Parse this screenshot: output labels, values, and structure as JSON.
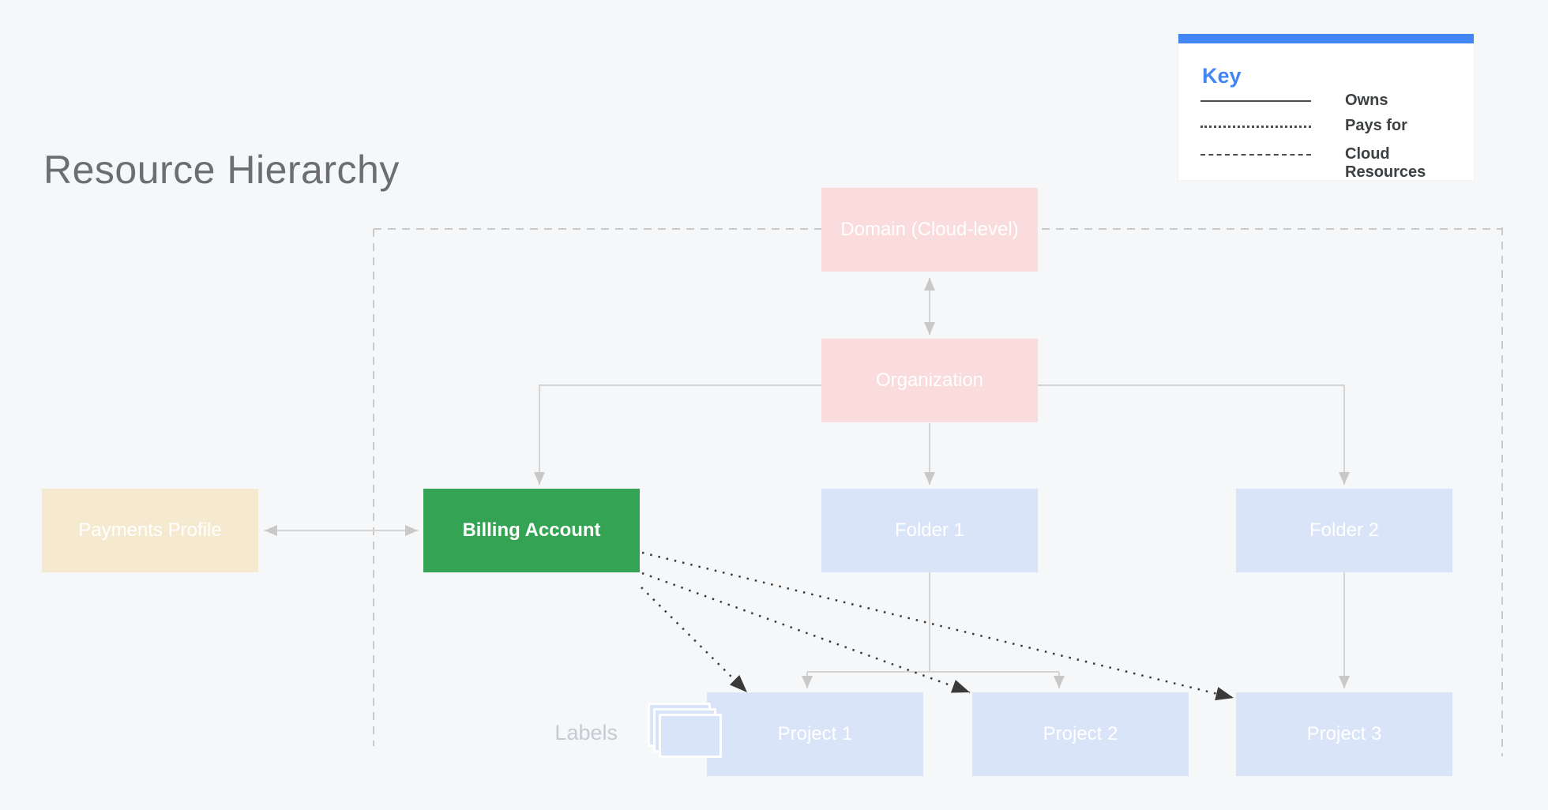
{
  "title": "Resource Hierarchy",
  "legend": {
    "title": "Key",
    "items": [
      {
        "label": "Owns",
        "line_style": "solid"
      },
      {
        "label": "Pays for",
        "line_style": "dotted"
      },
      {
        "label": "Cloud Resources",
        "line_style": "dashed"
      }
    ]
  },
  "nodes": {
    "domain": {
      "label": "Domain (Cloud-level)"
    },
    "organization": {
      "label": "Organization"
    },
    "payments_profile": {
      "label": "Payments Profile"
    },
    "billing_account": {
      "label": "Billing Account"
    },
    "folder1": {
      "label": "Folder 1"
    },
    "folder2": {
      "label": "Folder 2"
    },
    "project1": {
      "label": "Project 1"
    },
    "project2": {
      "label": "Project 2"
    },
    "project3": {
      "label": "Project 3"
    }
  },
  "caption": {
    "labels": "Labels"
  },
  "edges": [
    {
      "from": "Domain (Cloud-level)",
      "to": "Organization",
      "type": "owns",
      "bidirectional": true
    },
    {
      "from": "Organization",
      "to": "Billing Account",
      "type": "owns"
    },
    {
      "from": "Organization",
      "to": "Folder 1",
      "type": "owns"
    },
    {
      "from": "Organization",
      "to": "Folder 2",
      "type": "owns"
    },
    {
      "from": "Payments Profile",
      "to": "Billing Account",
      "type": "owns",
      "bidirectional": true
    },
    {
      "from": "Folder 1",
      "to": "Project 1",
      "type": "owns"
    },
    {
      "from": "Folder 1",
      "to": "Project 2",
      "type": "owns"
    },
    {
      "from": "Folder 2",
      "to": "Project 3",
      "type": "owns"
    },
    {
      "from": "Billing Account",
      "to": "Project 1",
      "type": "pays_for"
    },
    {
      "from": "Billing Account",
      "to": "Project 2",
      "type": "pays_for"
    },
    {
      "from": "Billing Account",
      "to": "Project 3",
      "type": "pays_for"
    },
    {
      "boundary": "Cloud Resources",
      "type": "cloud_resources_boundary"
    }
  ],
  "colors": {
    "background": "#f6f7f9",
    "pink_node": "#f9dcdb",
    "cream_node": "#f5ead0",
    "green_node": "#34a353",
    "blue_node": "#d9e4f8",
    "node_text": "#ffffff",
    "title_text": "#6d6e71",
    "key_accent_blue": "#4285f4",
    "key_text": "#3c4043",
    "owns_line_gray": "#d4d4d4",
    "pays_for_line_dark": "#3a3a3a",
    "boundary_dash_gray": "#cacaca",
    "labels_caption_gray": "#c6cad2"
  }
}
